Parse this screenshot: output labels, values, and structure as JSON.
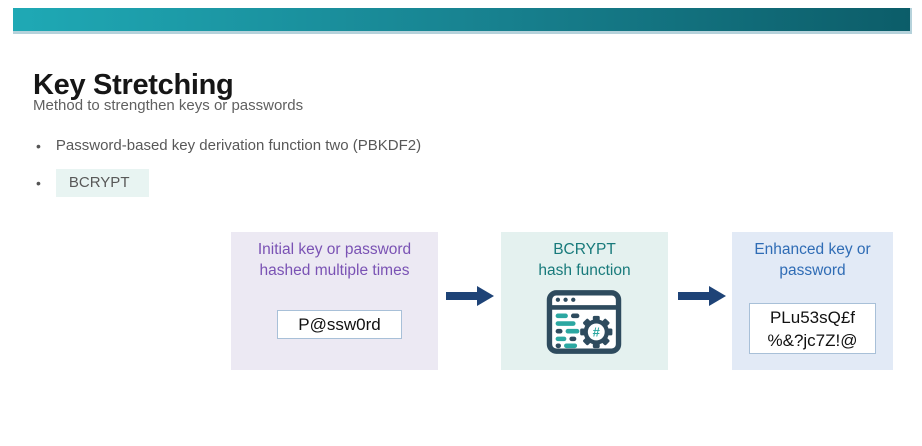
{
  "slide": {
    "title": "Key Stretching",
    "subtitle": "Method to strengthen keys or passwords",
    "bullets": [
      {
        "text": "Password-based key derivation function two (PBKDF2)",
        "highlighted": false
      },
      {
        "text": "BCRYPT",
        "highlighted": true
      }
    ]
  },
  "diagram": {
    "boxes": {
      "input": {
        "label_lines": [
          "Initial key or password",
          "hashed multiple times"
        ],
        "value": "P@ssw0rd",
        "text_color": "#7A52B4",
        "bg_color": "#ECE9F3"
      },
      "process": {
        "label_lines": [
          "BCRYPT",
          "hash function"
        ],
        "icon": "code-window-hash-gear-icon",
        "text_color": "#187A7B",
        "bg_color": "#E4F1EF"
      },
      "output": {
        "label_lines": [
          "Enhanced key or",
          "password"
        ],
        "value_lines": [
          "PLu53sQ£f",
          "%&?jc7Z!@"
        ],
        "text_color": "#2F6CB5",
        "bg_color": "#E2EAF6"
      }
    },
    "arrow_color": "#1E4377"
  },
  "colors": {
    "accent_bar_gradient_start": "#1FA9B5",
    "accent_bar_gradient_end": "#0C5D69",
    "accent_bar_edge": "#B5D2DB",
    "title_text": "#161616",
    "body_text": "#585858",
    "bullet_highlight_bg": "#E8F4F2",
    "icon_navy": "#2E4B5E",
    "icon_teal": "#2BA7A1",
    "value_box_border": "#A8C0D8"
  }
}
